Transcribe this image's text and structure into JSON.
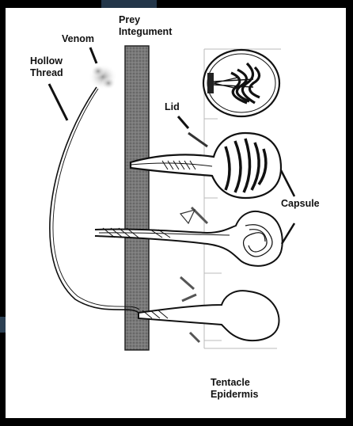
{
  "labels": {
    "prey_integument": "Prey\nIntegument",
    "venom": "Venom",
    "hollow_thread": "Hollow\nThread",
    "lid": "Lid",
    "capsule": "Capsule",
    "tentacle_epidermis": "Tentacle\nEpidermis"
  },
  "colors": {
    "background": "#ffffff",
    "frame": "#000000",
    "integument": "#6f6f6f",
    "ink": "#111111"
  }
}
